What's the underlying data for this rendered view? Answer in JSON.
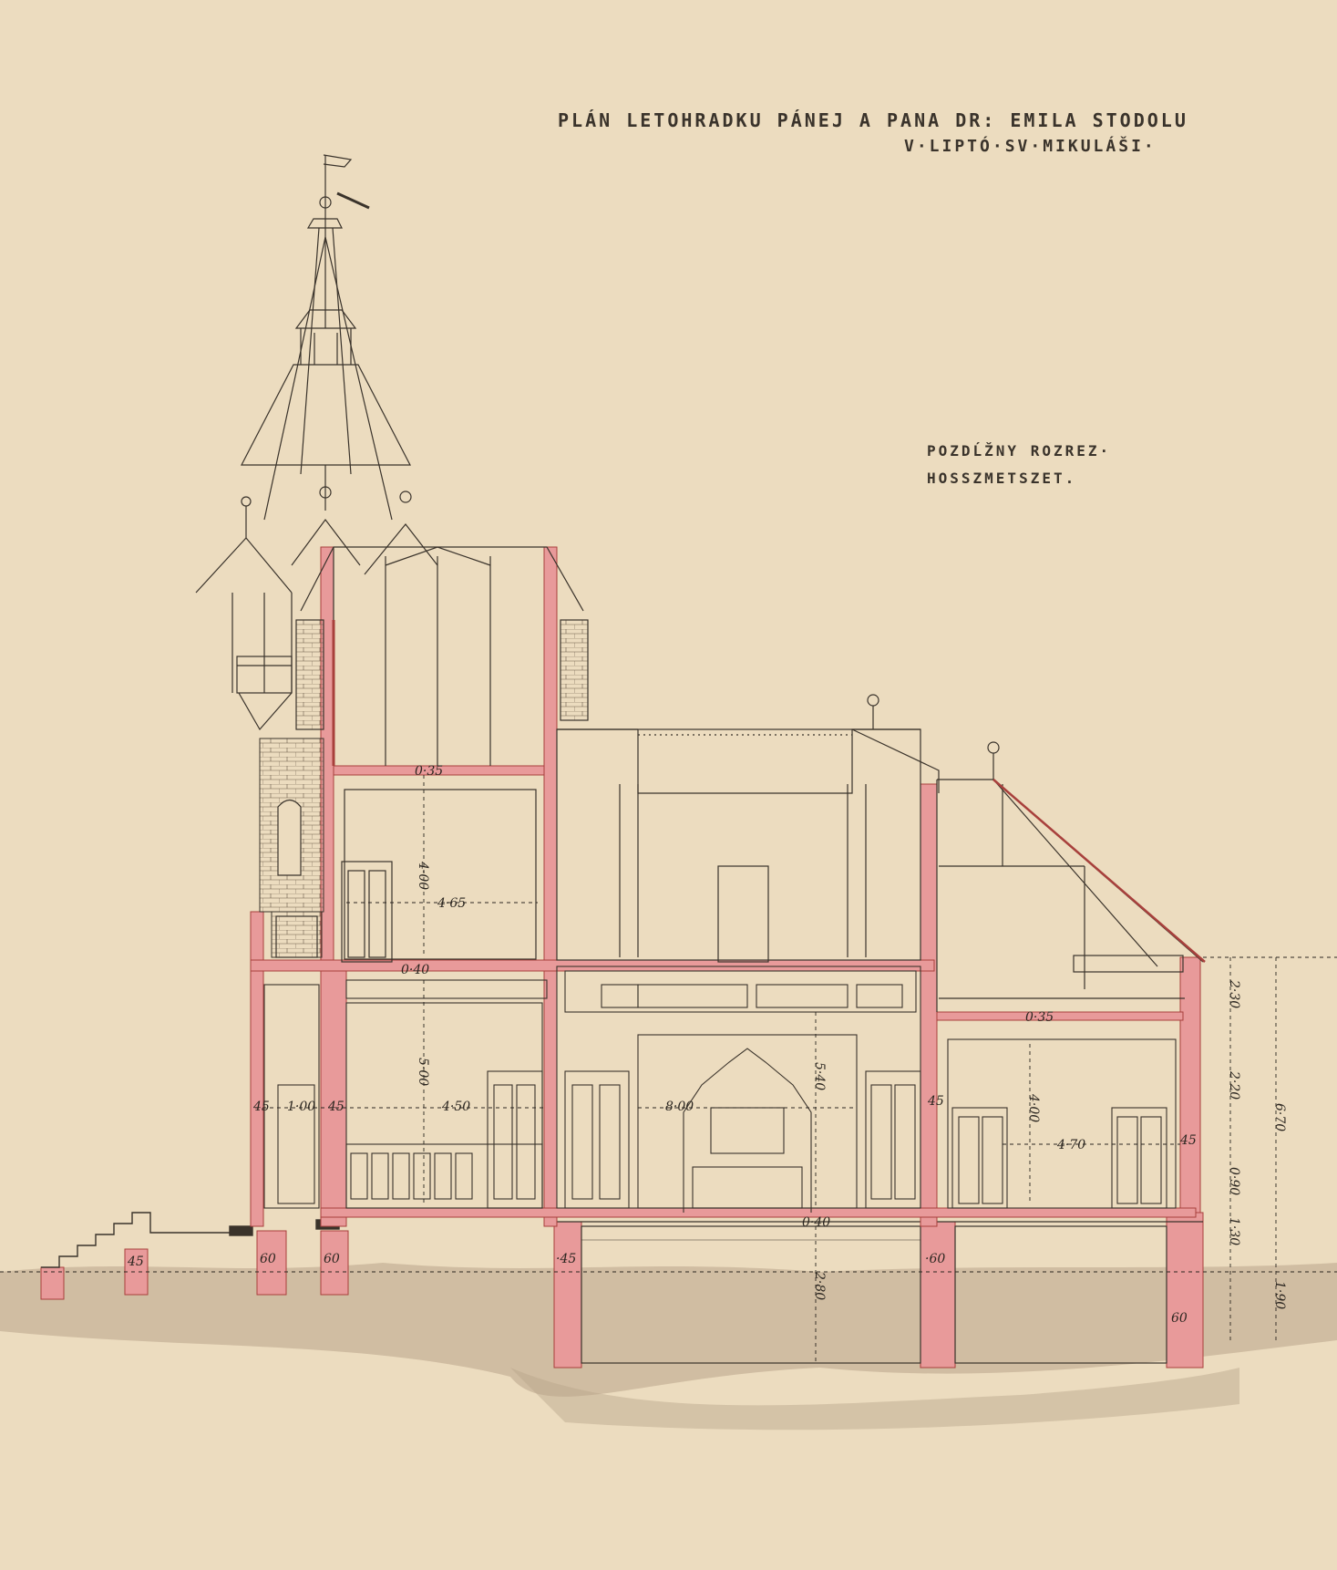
{
  "title": {
    "line1": "PLÁN LETOHRADKU PÁNEJ A PANA DR: EMILA STODOLU",
    "line2": "V·LIPTÓ·SV·MIKULÁŠI·"
  },
  "section_label": {
    "line1": "POZDĹŽNY ROZREZ·",
    "line2": "HOSSZMETSZET."
  },
  "dimensions": {
    "attic_slab": "0·35",
    "upper_room_height": "4·00",
    "upper_room_width": "4·65",
    "floor_slab": "0·40",
    "ground_room_height": "5·00",
    "ground_room_width": "4·50",
    "wall_a": "45",
    "door_width": "1·00",
    "wall_b": "45",
    "hall_width": "8·00",
    "hall_height": "5·40",
    "hall_wall": "45",
    "right_slab": "0·35",
    "right_room_height": "4·00",
    "right_room_width": "4·70",
    "right_wall": "45",
    "floor_thickness": "0·40",
    "cellar_height": "2·80",
    "found_wall_1": "45",
    "found_wall_2": "60",
    "found_wall_3": "60",
    "found_wall_4": "·60",
    "found_wall_5": "60",
    "found_wall_6": "·45",
    "side_1": "2·30",
    "side_2": "2·20",
    "side_3": "0·90",
    "side_4": "1·30",
    "side_5": "1·90",
    "total_height": "6·70"
  },
  "colors": {
    "paper": "#ecdcbf",
    "ink": "#3a332b",
    "wash_pink": "#e89a9a",
    "wash_red": "#a8403c",
    "ground": "#b9a48a"
  }
}
